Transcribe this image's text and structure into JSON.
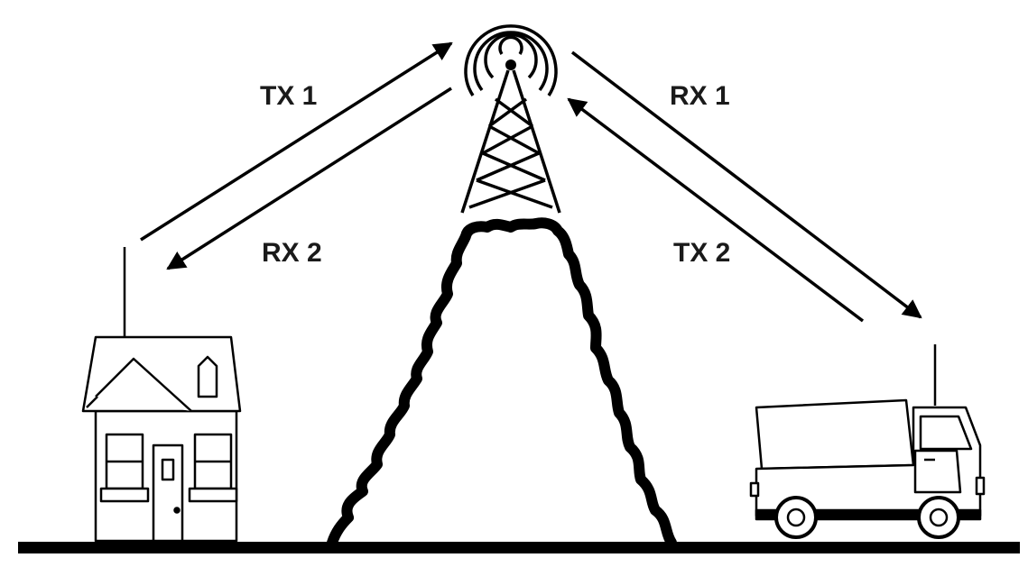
{
  "labels": {
    "tx1": "TX 1",
    "rx2": "RX 2",
    "rx1": "RX 1",
    "tx2": "TX 2"
  },
  "colors": {
    "ink": "#000000",
    "background": "#ffffff"
  },
  "icons": [
    "radio-tower-icon",
    "house-icon",
    "truck-icon",
    "mountain-icon"
  ]
}
